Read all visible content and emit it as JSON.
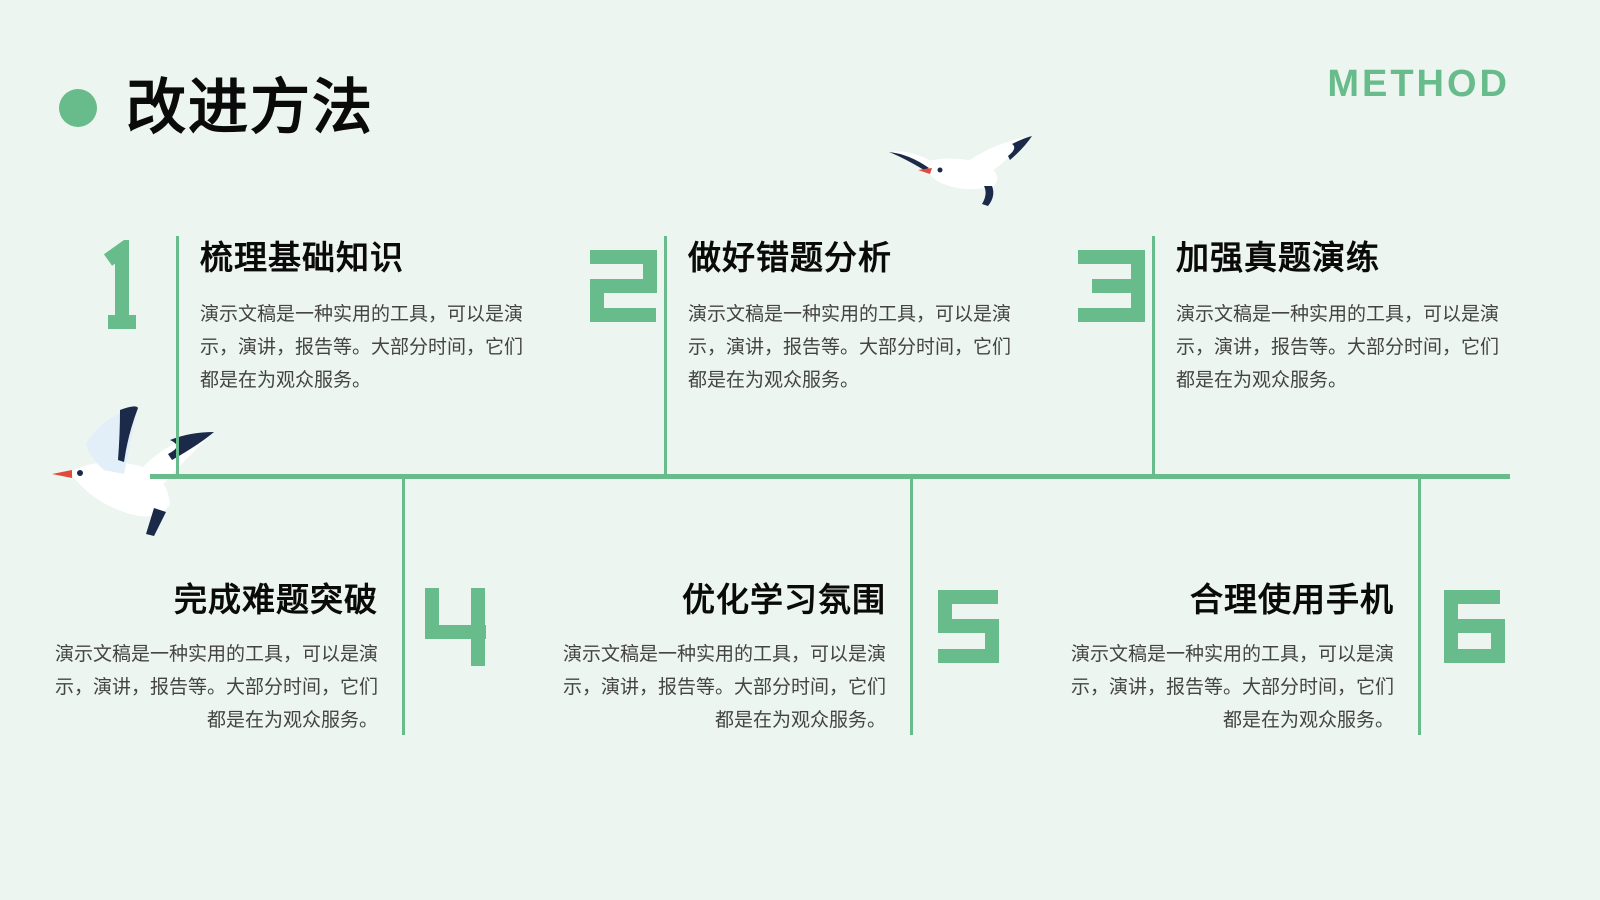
{
  "header": {
    "title": "改进方法",
    "tag": "METHOD"
  },
  "colors": {
    "accent": "#68bb8b",
    "background": "#ecf5ef",
    "title": "#0a0a0a",
    "text": "#444444"
  },
  "steps": [
    {
      "number": "1",
      "title": "梳理基础知识",
      "desc": "演示文稿是一种实用的工具，可以是演示，演讲，报告等。大部分时间，它们都是在为观众服务。"
    },
    {
      "number": "2",
      "title": "做好错题分析",
      "desc": "演示文稿是一种实用的工具，可以是演示，演讲，报告等。大部分时间，它们都是在为观众服务。"
    },
    {
      "number": "3",
      "title": "加强真题演练",
      "desc": "演示文稿是一种实用的工具，可以是演示，演讲，报告等。大部分时间，它们都是在为观众服务。"
    },
    {
      "number": "4",
      "title": "完成难题突破",
      "desc": "演示文稿是一种实用的工具，可以是演示，演讲，报告等。大部分时间，它们都是在为观众服务。"
    },
    {
      "number": "5",
      "title": "优化学习氛围",
      "desc": "演示文稿是一种实用的工具，可以是演示，演讲，报告等。大部分时间，它们都是在为观众服务。"
    },
    {
      "number": "6",
      "title": "合理使用手机",
      "desc": "演示文稿是一种实用的工具，可以是演示，演讲，报告等。大部分时间，它们都是在为观众服务。"
    }
  ],
  "icons": [
    "seagull-icon",
    "seagull-icon"
  ]
}
